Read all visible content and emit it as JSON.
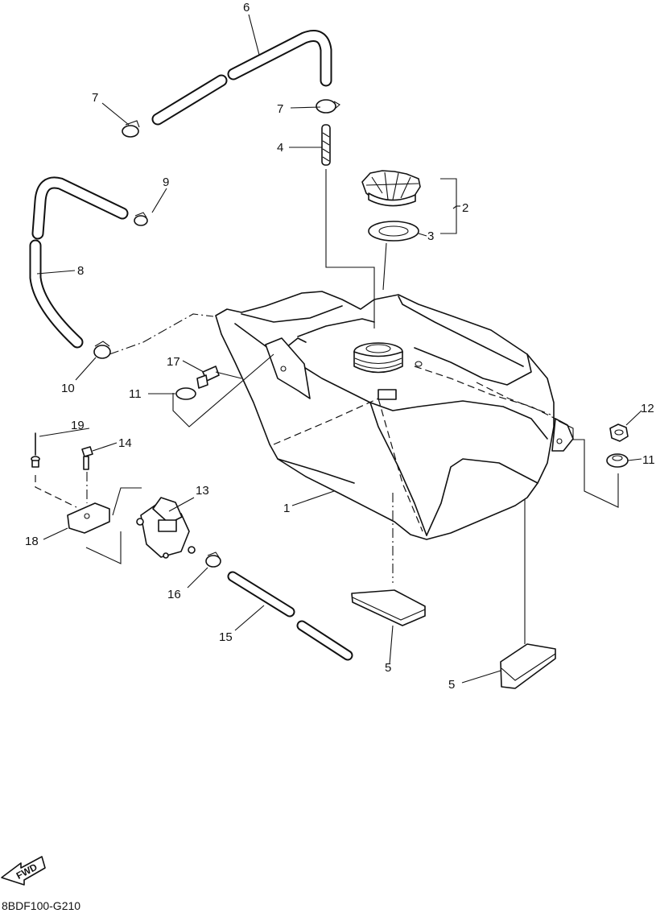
{
  "parts": [
    {
      "id": "1",
      "label": "1"
    },
    {
      "id": "2",
      "label": "2"
    },
    {
      "id": "3",
      "label": "3"
    },
    {
      "id": "4",
      "label": "4"
    },
    {
      "id": "5a",
      "label": "5"
    },
    {
      "id": "5b",
      "label": "5"
    },
    {
      "id": "6",
      "label": "6"
    },
    {
      "id": "7a",
      "label": "7"
    },
    {
      "id": "7b",
      "label": "7"
    },
    {
      "id": "8",
      "label": "8"
    },
    {
      "id": "9",
      "label": "9"
    },
    {
      "id": "10",
      "label": "10"
    },
    {
      "id": "11a",
      "label": "11"
    },
    {
      "id": "11b",
      "label": "11"
    },
    {
      "id": "12",
      "label": "12"
    },
    {
      "id": "13",
      "label": "13"
    },
    {
      "id": "14",
      "label": "14"
    },
    {
      "id": "15",
      "label": "15"
    },
    {
      "id": "16",
      "label": "16"
    },
    {
      "id": "17",
      "label": "17"
    },
    {
      "id": "18",
      "label": "18"
    },
    {
      "id": "19",
      "label": "19"
    }
  ],
  "direction_badge": "FWD",
  "drawing_code": "8BDF100-G210"
}
